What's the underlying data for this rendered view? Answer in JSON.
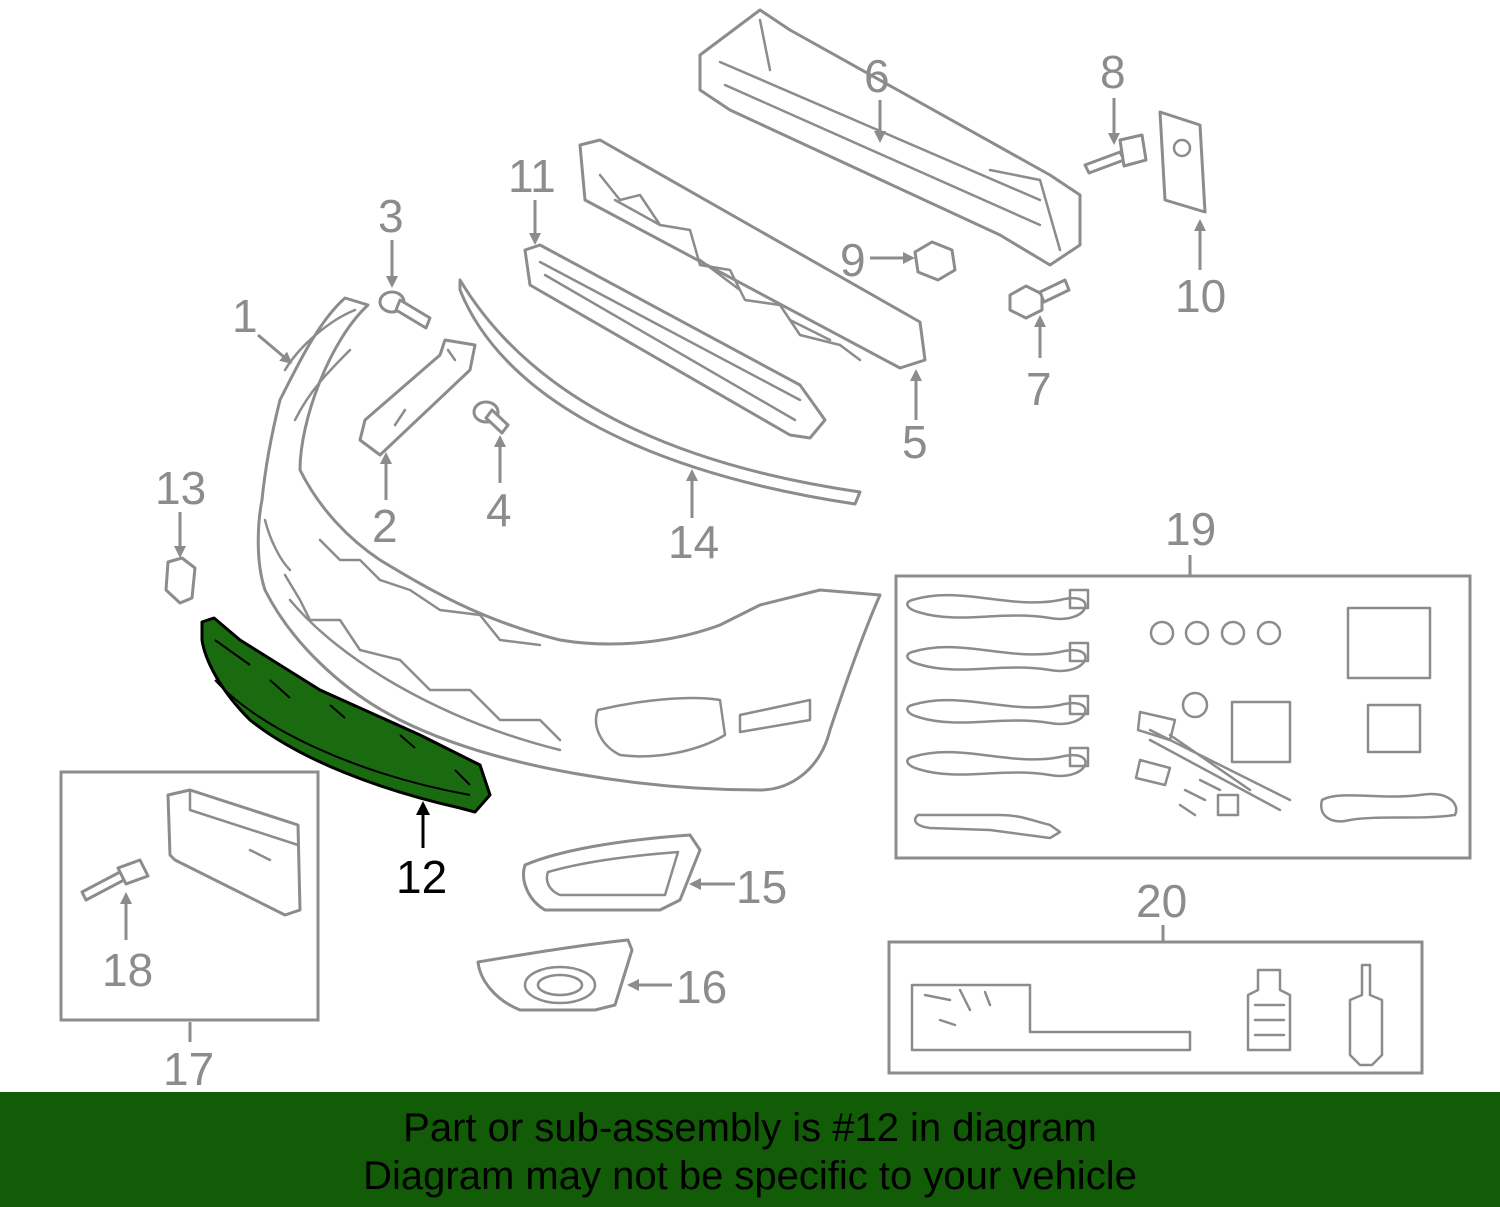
{
  "diagram": {
    "callouts": {
      "c1": "1",
      "c2": "2",
      "c3": "3",
      "c4": "4",
      "c5": "5",
      "c6": "6",
      "c7": "7",
      "c8": "8",
      "c9": "9",
      "c10": "10",
      "c11": "11",
      "c12": "12",
      "c13": "13",
      "c14": "14",
      "c15": "15",
      "c16": "16",
      "c17": "17",
      "c18": "18",
      "c19": "19",
      "c20": "20"
    },
    "highlighted_part": "12",
    "colors": {
      "line_art": "#8c8c8c",
      "highlight_fill": "#1a6b10",
      "highlight_outline": "#000000",
      "banner": "#125c08",
      "banner_text": "#000000"
    }
  },
  "footer": {
    "line1": "Part or sub-assembly is #12 in diagram",
    "line2": "Diagram may not be specific to your vehicle"
  }
}
